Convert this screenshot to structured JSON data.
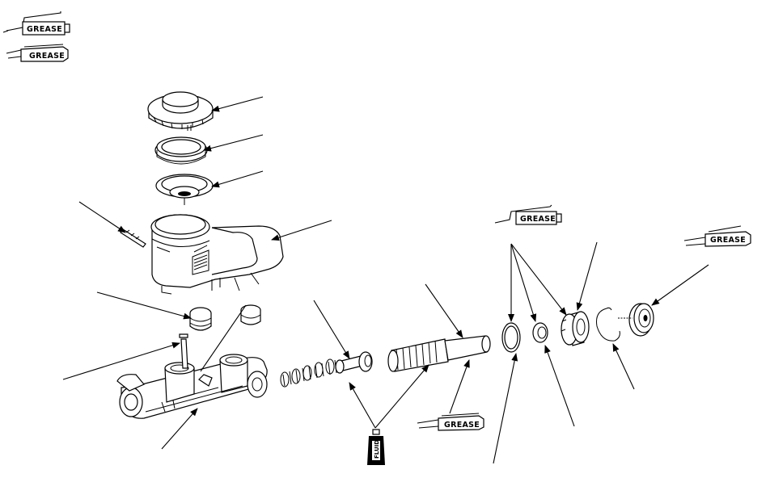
{
  "legend": {
    "items": [
      {
        "label": "GREASE"
      },
      {
        "label": "GREASE"
      }
    ]
  },
  "labels": {
    "grease_top_right": "GREASE",
    "grease_far_right": "GREASE",
    "grease_bottom": "GREASE",
    "fluid_bottle": "FLUID"
  },
  "colors": {
    "ink": "#000000",
    "paper": "#ffffff"
  }
}
